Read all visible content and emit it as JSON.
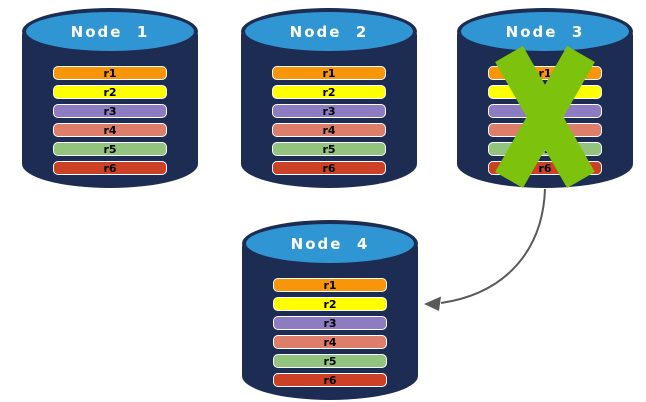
{
  "nodes": [
    {
      "id": "node-1",
      "label": "Node  1",
      "replicas": [
        {
          "label": "r1",
          "color": "#F89508"
        },
        {
          "label": "r2",
          "color": "#FFFF00"
        },
        {
          "label": "r3",
          "color": "#8E7CC3"
        },
        {
          "label": "r4",
          "color": "#DD7E6B"
        },
        {
          "label": "r5",
          "color": "#93C47D"
        },
        {
          "label": "r6",
          "color": "#CC4125"
        }
      ]
    },
    {
      "id": "node-2",
      "label": "Node  2",
      "replicas": [
        {
          "label": "r1",
          "color": "#F89508"
        },
        {
          "label": "r2",
          "color": "#FFFF00"
        },
        {
          "label": "r3",
          "color": "#8E7CC3"
        },
        {
          "label": "r4",
          "color": "#DD7E6B"
        },
        {
          "label": "r5",
          "color": "#93C47D"
        },
        {
          "label": "r6",
          "color": "#CC4125"
        }
      ]
    },
    {
      "id": "node-3",
      "label": "Node  3",
      "failed": true,
      "replicas": [
        {
          "label": "r1",
          "color": "#F89508"
        },
        {
          "label": "r2",
          "color": "#FFFF00"
        },
        {
          "label": "r3",
          "color": "#8E7CC3"
        },
        {
          "label": "r4",
          "color": "#DD7E6B"
        },
        {
          "label": "r5",
          "color": "#93C47D"
        },
        {
          "label": "r6",
          "color": "#CC4125"
        }
      ]
    },
    {
      "id": "node-4",
      "label": "Node  4",
      "replicas": [
        {
          "label": "r1",
          "color": "#F89508"
        },
        {
          "label": "r2",
          "color": "#FFFF00"
        },
        {
          "label": "r3",
          "color": "#8E7CC3"
        },
        {
          "label": "r4",
          "color": "#DD7E6B"
        },
        {
          "label": "r5",
          "color": "#93C47D"
        },
        {
          "label": "r6",
          "color": "#CC4125"
        }
      ]
    }
  ],
  "annotations": {
    "x_mark": {
      "icon": "x-mark-icon",
      "over": "node-3",
      "color": "#7DC20D"
    },
    "arrow": {
      "icon": "curved-arrow",
      "from": "node-3",
      "to": "node-4",
      "color": "#595959"
    }
  },
  "palette": {
    "cylinder_body": "#1D2C52",
    "cylinder_top": "#3096D3",
    "node_label_text": "#FFFFFF",
    "bar_border": "#FFFFFF",
    "bar_text": "#000000",
    "background": "#FFFFFF"
  }
}
